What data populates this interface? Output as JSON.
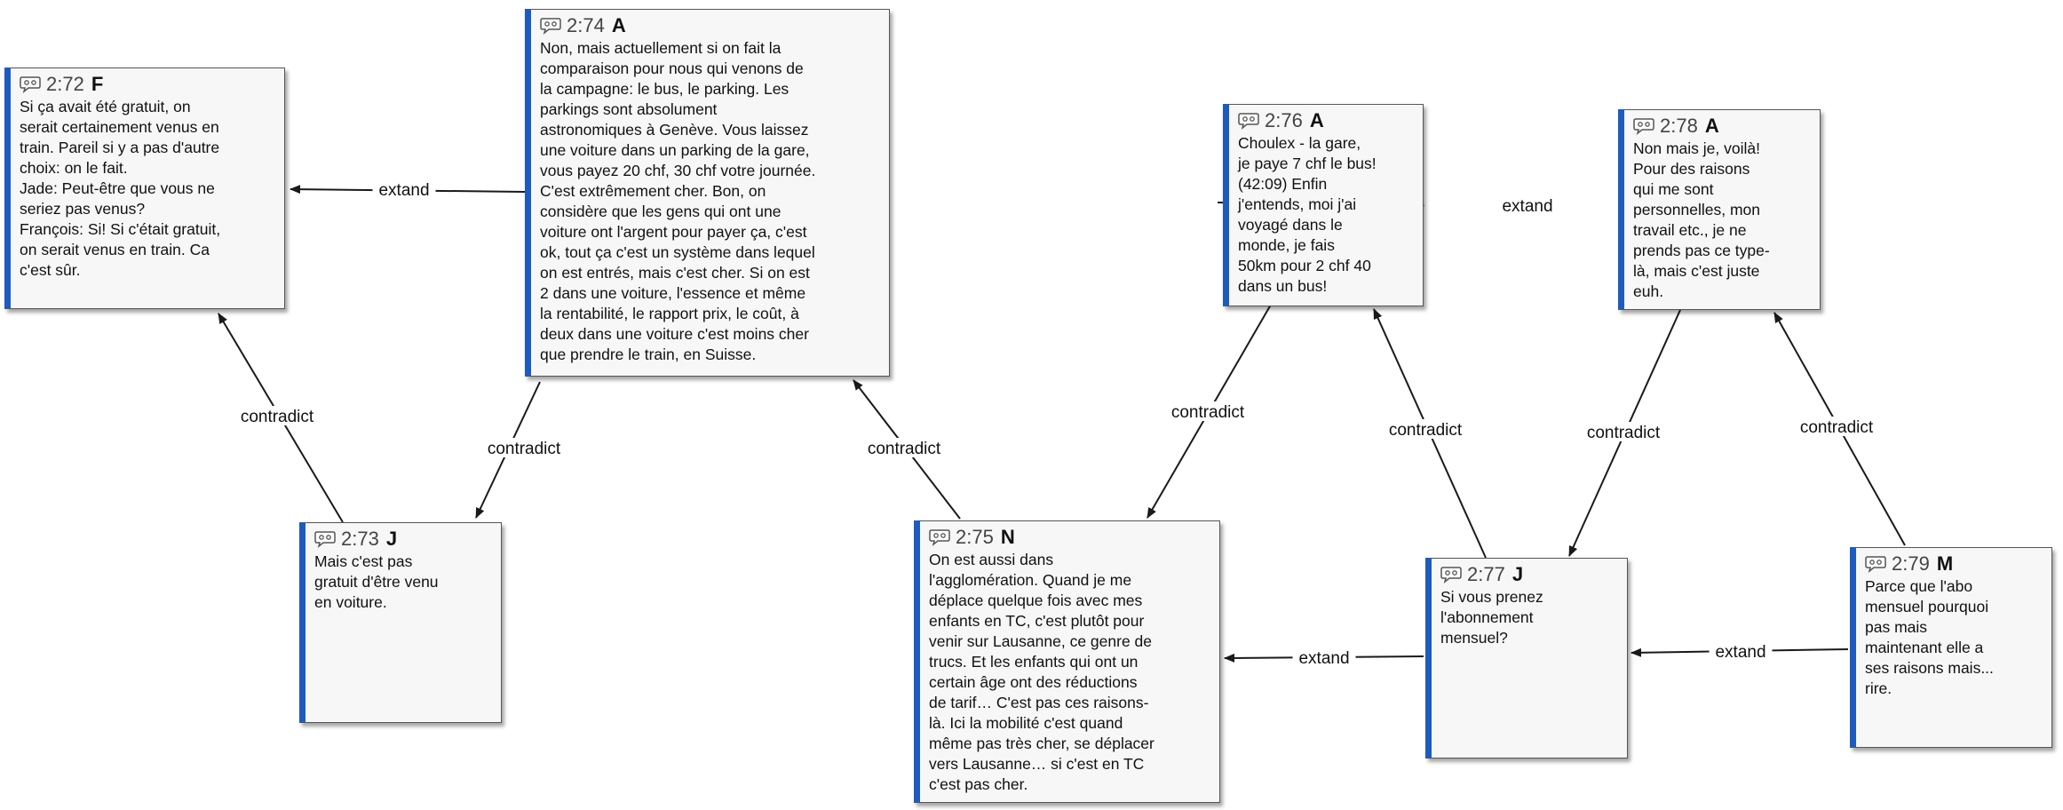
{
  "nodes": [
    {
      "key": "n272",
      "id": "2:72",
      "speaker": "F",
      "text": "Si ça avait été gratuit, on\nserait certainement venus en\ntrain. Pareil si y a pas d'autre\nchoix: on le fait.\nJade: Peut-être que vous ne\nseriez pas venus?\nFrançois: Si! Si c'était gratuit,\non serait venus en train. Ca\nc'est sûr."
    },
    {
      "key": "n273",
      "id": "2:73",
      "speaker": "J",
      "text": "Mais c'est pas\ngratuit d'être venu\nen voiture."
    },
    {
      "key": "n274",
      "id": "2:74",
      "speaker": "A",
      "text": "Non, mais actuellement si on fait la\ncomparaison pour nous qui venons de\nla campagne: le bus, le parking. Les\nparkings sont absolument\nastronomiques à Genève. Vous laissez\nune voiture dans un parking de la gare,\nvous payez 20 chf, 30 chf votre journée.\nC'est extrêmement cher. Bon, on\nconsidère que les gens qui ont une\nvoiture ont l'argent pour payer ça, c'est\nok, tout ça c'est un système dans lequel\non est entrés, mais c'est cher. Si on est\n2 dans une voiture, l'essence et même\nla rentabilité, le rapport prix, le coût, à\ndeux dans une voiture c'est moins cher\nque prendre le train, en Suisse."
    },
    {
      "key": "n275",
      "id": "2:75",
      "speaker": "N",
      "text": "On est aussi dans\nl'agglomération. Quand je me\ndéplace quelque fois avec mes\nenfants en TC, c'est plutôt pour\nvenir sur Lausanne, ce genre de\ntrucs. Et les enfants qui ont un\ncertain âge ont des réductions\nde tarif… C'est pas ces raisons-\nlà. Ici la mobilité c'est quand\nmême pas très cher, se déplacer\nvers Lausanne… si c'est en TC\nc'est pas cher."
    },
    {
      "key": "n276",
      "id": "2:76",
      "speaker": "A",
      "text": "Choulex - la gare,\nje paye 7 chf le bus!\n(42:09) Enfin\nj'entends, moi j'ai\nvoyagé dans le\nmonde, je fais\n50km pour 2 chf 40\ndans un bus!"
    },
    {
      "key": "n277",
      "id": "2:77",
      "speaker": "J",
      "text": "Si vous prenez\nl'abonnement\nmensuel?"
    },
    {
      "key": "n278",
      "id": "2:78",
      "speaker": "A",
      "text": "Non mais je, voilà!\nPour des raisons\nqui me sont\npersonnelles, mon\ntravail etc., je ne\nprends pas ce type-\nlà, mais c'est juste\neuh."
    },
    {
      "key": "n279",
      "id": "2:79",
      "speaker": "M",
      "text": "Parce que l'abo\nmensuel pourquoi\npas mais\nmaintenant elle a\nses raisons mais...\nrire."
    }
  ],
  "edges": [
    {
      "from": "n274",
      "to": "n272",
      "label": "extand"
    },
    {
      "from": "n276",
      "to": "n274",
      "label": "extand"
    },
    {
      "from": "n278",
      "to": "n276",
      "label": "extand"
    },
    {
      "from": "n277",
      "to": "n275",
      "label": "extand"
    },
    {
      "from": "n279",
      "to": "n277",
      "label": "extand"
    },
    {
      "from": "n273",
      "to": "n272",
      "label": "contradict"
    },
    {
      "from": "n274",
      "to": "n273",
      "label": "contradict"
    },
    {
      "from": "n275",
      "to": "n274",
      "label": "contradict"
    },
    {
      "from": "n276",
      "to": "n275",
      "label": "contradict"
    },
    {
      "from": "n277",
      "to": "n276",
      "label": "contradict"
    },
    {
      "from": "n278",
      "to": "n277",
      "label": "contradict"
    },
    {
      "from": "n279",
      "to": "n278",
      "label": "contradict"
    }
  ],
  "icon": "speech-bubble-icon",
  "colors": {
    "node_bar": "#1e5bbf",
    "node_bg": "#f7f7f7",
    "edge": "#1a1a1a"
  }
}
